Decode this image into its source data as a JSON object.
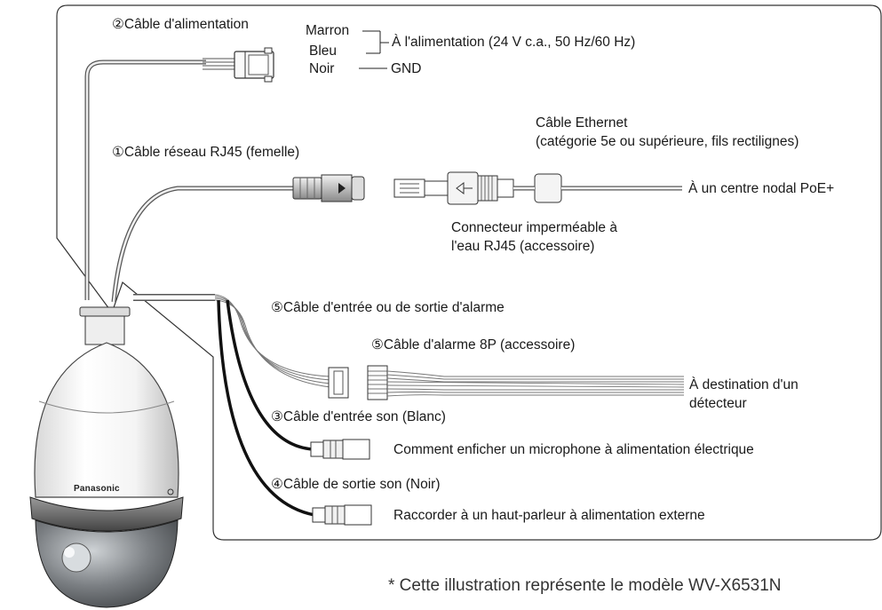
{
  "brand": "Panasonic",
  "power_cable": {
    "label": "②Câble d'alimentation",
    "wire_brown": "Marron",
    "wire_blue": "Bleu",
    "wire_black": "Noir",
    "to_power": "À l'alimentation (24 V c.a., 50 Hz/60 Hz)",
    "gnd": "GND"
  },
  "network": {
    "label": "①Câble réseau RJ45 (femelle)",
    "ethernet_title": "Câble Ethernet",
    "ethernet_spec": "(catégorie 5e ou supérieure, fils rectilignes)",
    "to_poe": "À un centre nodal PoE+",
    "waterproof_line1": "Connecteur imperméable à",
    "waterproof_line2": "l'eau RJ45 (accessoire)"
  },
  "alarm": {
    "io_label": "⑤Câble d'entrée ou de sortie d'alarme",
    "cable_8p": "⑤Câble d'alarme 8P (accessoire)",
    "dest_line1": "À destination d'un",
    "dest_line2": "détecteur"
  },
  "audio": {
    "input_label": "③Câble d'entrée son (Blanc)",
    "mic_text": "Comment enficher un microphone à alimentation électrique",
    "output_label": "④Câble de sortie son (Noir)",
    "speaker_text": "Raccorder à un haut-parleur à alimentation externe"
  },
  "footnote": "* Cette illustration représente le modèle WV-X6531N"
}
